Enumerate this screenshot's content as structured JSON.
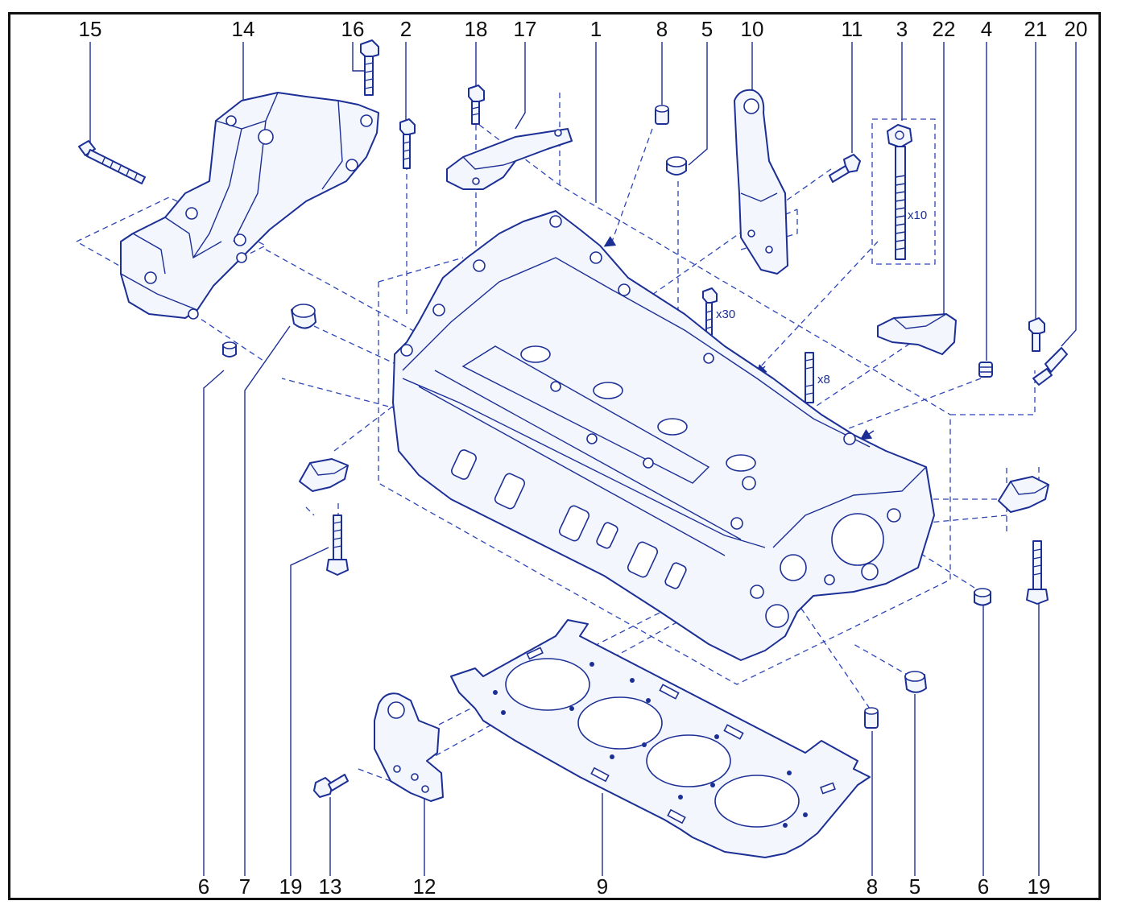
{
  "diagram": {
    "top_labels": [
      "15",
      "14",
      "16",
      "2",
      "18",
      "17",
      "1",
      "8",
      "5",
      "10",
      "11",
      "3",
      "22",
      "4",
      "21",
      "20"
    ],
    "bottom_labels": [
      "6",
      "7",
      "19",
      "13",
      "12",
      "9",
      "8",
      "5",
      "6",
      "19"
    ],
    "quantities": {
      "long_bolts": "x10",
      "small_bolts": "x30",
      "studs": "x8"
    }
  }
}
